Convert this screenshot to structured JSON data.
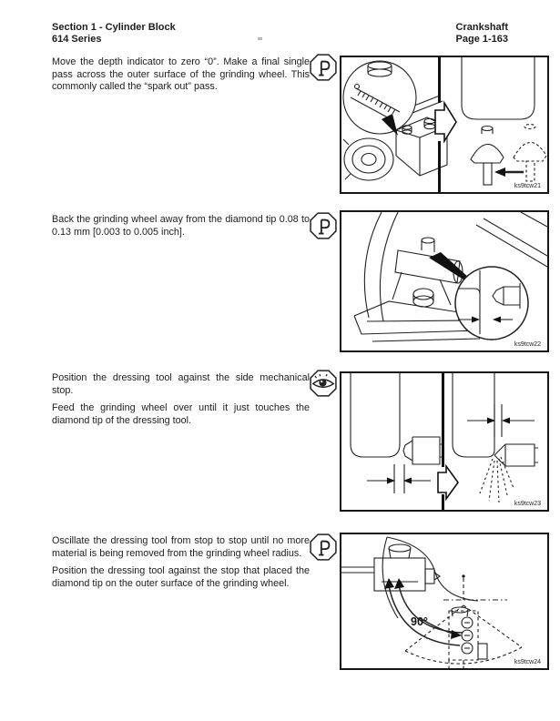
{
  "header": {
    "section_title": "Section 1 - Cylinder Block",
    "series": "614 Series",
    "chapter": "Crankshaft",
    "page_number": "Page 1-163"
  },
  "blocks": [
    {
      "paragraphs": [
        "Move the depth indicator to zero “0”. Make a final single pass across the outer surface of the grinding wheel. This commonly called the “spark out” pass."
      ],
      "icon": "depth-indicator",
      "figure": {
        "label": "ks9tcw21"
      }
    },
    {
      "paragraphs": [
        "Back the grinding wheel away from the diamond tip 0.08 to 0.13 mm [0.003 to 0.005 inch]."
      ],
      "icon": "depth-indicator",
      "figure": {
        "label": "ks9tcw22"
      }
    },
    {
      "paragraphs": [
        "Position the dressing tool against the side mechanical stop.",
        "Feed the grinding wheel over until it just touches the diamond tip of the dressing tool."
      ],
      "icon": "visual-inspection-eye",
      "figure": {
        "label": "ks9tcw23"
      }
    },
    {
      "paragraphs": [
        "Oscillate the dressing tool from stop to stop until no more material is being removed from the grinding wheel radius.",
        "Position the dressing tool against the stop that placed the diamond tip on the outer surface of the grinding wheel."
      ],
      "icon": "depth-indicator",
      "figure": {
        "label": "ks9tcw24"
      },
      "annotation": "90°"
    }
  ],
  "colors": {
    "text": "#1c1c1c",
    "line_art": "#222222",
    "background": "#ffffff"
  }
}
